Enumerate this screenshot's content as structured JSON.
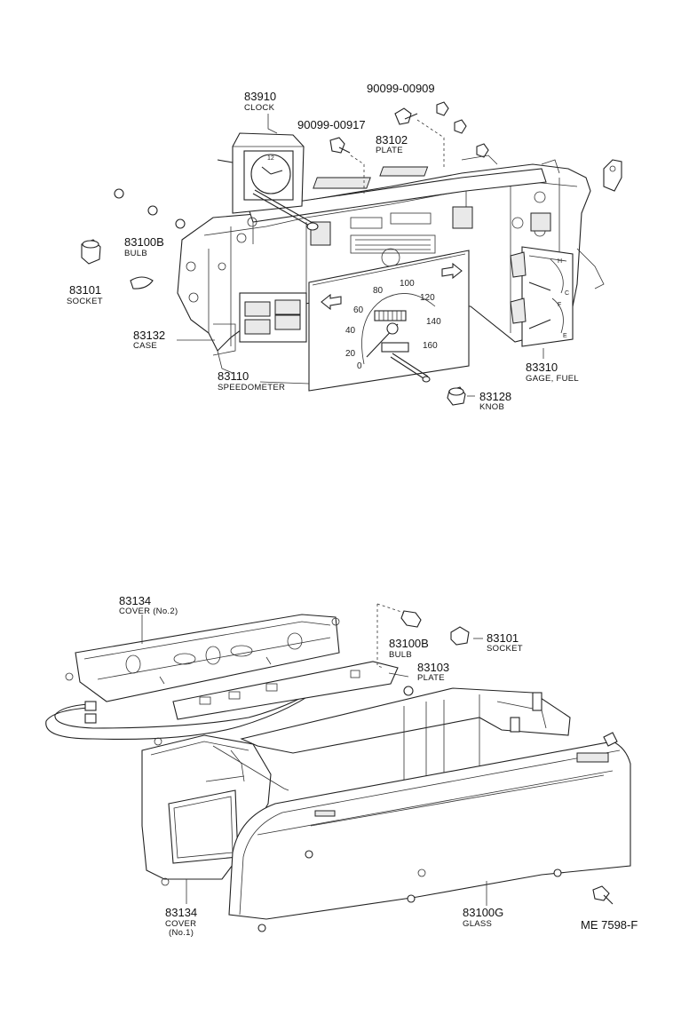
{
  "top_assembly": {
    "clock": {
      "num": "83910",
      "name": "CLOCK"
    },
    "screw_a": {
      "num": "90099-00909"
    },
    "screw_b": {
      "num": "90099-00917"
    },
    "plate": {
      "num": "83102",
      "name": "PLATE"
    },
    "bulb": {
      "num": "83100B",
      "name": "BULB"
    },
    "socket": {
      "num": "83101",
      "name": "SOCKET"
    },
    "case": {
      "num": "83132",
      "name": "CASE"
    },
    "speedometer": {
      "num": "83110",
      "name": "SPEEDOMETER"
    },
    "knob": {
      "num": "83128",
      "name": "KNOB"
    },
    "gage": {
      "num": "83310",
      "name": "GAGE, FUEL"
    },
    "speed_scale": [
      "0",
      "20",
      "40",
      "60",
      "80",
      "100",
      "120",
      "140",
      "160"
    ]
  },
  "bottom_assembly": {
    "cover2": {
      "num": "83134",
      "name": "COVER (No.2)"
    },
    "bulb": {
      "num": "83100B",
      "name": "BULB"
    },
    "socket": {
      "num": "83101",
      "name": "SOCKET"
    },
    "plate": {
      "num": "83103",
      "name": "PLATE"
    },
    "cover1": {
      "num": "83134",
      "name": "COVER",
      "sub": "(No.1)"
    },
    "glass": {
      "num": "83100G",
      "name": "GLASS"
    }
  },
  "figure_code": "ME 7598-F"
}
